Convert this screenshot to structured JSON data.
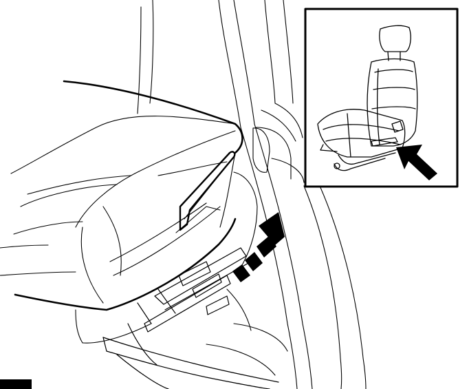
{
  "figure": {
    "main_view": "seat-cushion-side-view",
    "inset": "whole-seat-view",
    "arrows": [
      "dashed-upward-arrow",
      "inset-pointer-arrow"
    ],
    "colors": {
      "line": "#000000",
      "background": "#ffffff"
    }
  },
  "reference_badge": {
    "text": ""
  }
}
